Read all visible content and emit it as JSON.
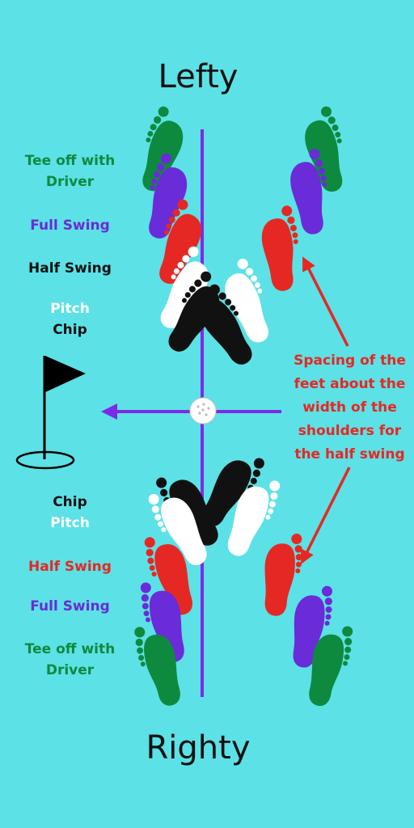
{
  "titles": {
    "top": "Lefty",
    "bottom": "Righty"
  },
  "colors": {
    "background": "#5ce1e6",
    "driver": "#0e8a3e",
    "full_swing": "#6a2bd9",
    "half_swing_left": "#111111",
    "half_swing_right": "#e52823",
    "pitch": "#ffffff",
    "chip": "#111111",
    "axis": "#7d2ae8",
    "note": "#e52823"
  },
  "labels_top": {
    "driver_1": "Tee off with",
    "driver_2": "Driver",
    "full": "Full Swing",
    "half": "Half Swing",
    "pitch": "Pitch",
    "chip": "Chip"
  },
  "labels_bottom": {
    "chip": "Chip",
    "pitch": "Pitch",
    "half": "Half Swing",
    "full": "Full Swing",
    "driver_1": "Tee off with",
    "driver_2": "Driver"
  },
  "note": {
    "line1": "Spacing of the",
    "line2": "feet about the",
    "line3": "width of the",
    "line4": "shoulders for",
    "line5": "the half swing"
  }
}
